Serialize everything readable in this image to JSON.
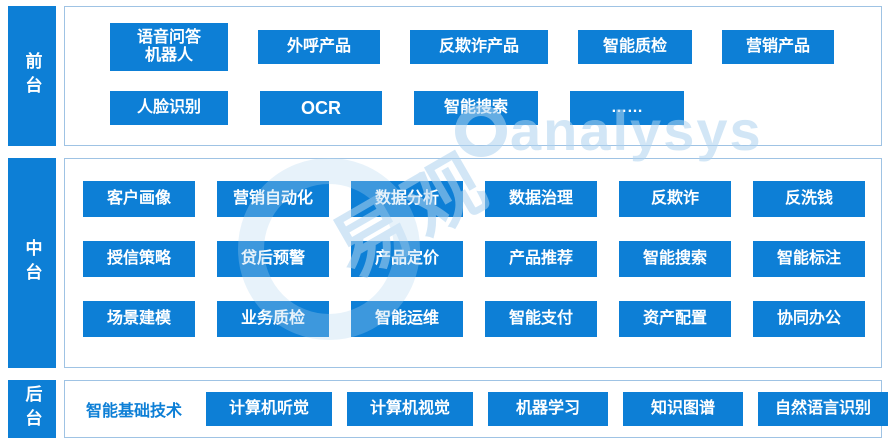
{
  "colors": {
    "primary": "#0d7fd6",
    "panel_border": "#9fc3e4",
    "watermark": "#aed3ef"
  },
  "tiers": {
    "front": {
      "label": "前台"
    },
    "middle": {
      "label": "中台"
    },
    "back": {
      "label": "后台"
    }
  },
  "front": {
    "row1": [
      "语音问答\n机器人",
      "外呼产品",
      "反欺诈产品",
      "智能质检",
      "营销产品"
    ],
    "row2": [
      "人脸识别",
      "OCR",
      "智能搜索",
      "……"
    ]
  },
  "middle": {
    "row1": [
      "客户画像",
      "营销自动化",
      "数据分析",
      "数据治理",
      "反欺诈",
      "反洗钱"
    ],
    "row2": [
      "授信策略",
      "贷后预警",
      "产品定价",
      "产品推荐",
      "智能搜索",
      "智能标注"
    ],
    "row3": [
      "场景建模",
      "业务质检",
      "智能运维",
      "智能支付",
      "资产配置",
      "协同办公"
    ]
  },
  "back": {
    "label": "智能基础技术",
    "items": [
      "计算机听觉",
      "计算机视觉",
      "机器学习",
      "知识图谱",
      "自然语言识别"
    ]
  },
  "watermark": {
    "brand": "analysys",
    "cn": "易观"
  }
}
